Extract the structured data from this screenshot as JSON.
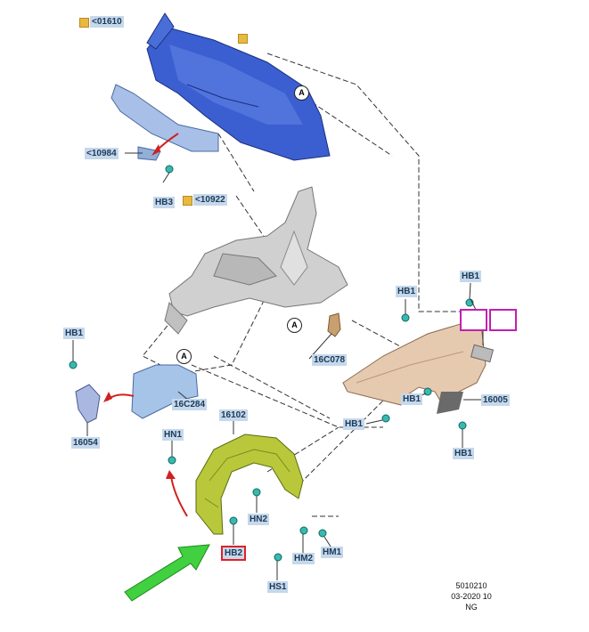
{
  "labels": {
    "ref_01610": "<01610",
    "ref_10984": "<10984",
    "hb3": "HB3",
    "ref_10922": "<10922",
    "hb1_left": "HB1",
    "part_16c284": "16C284",
    "part_16054": "16054",
    "part_16c078": "16C078",
    "hb1_fender_top": "HB1",
    "hb1_mid": "HB1",
    "hb1_right_top": "HB1",
    "part_16005": "16005",
    "hb1_lower": "HB1",
    "hb1_bottom_right": "HB1",
    "part_16102": "16102",
    "hn1": "HN1",
    "hn2": "HN2",
    "hb2": "HB2",
    "hm2": "HM2",
    "hm1": "HM1",
    "hs1": "HS1",
    "callout_a_top": "A",
    "callout_a_mid": "A",
    "callout_a_left": "A"
  },
  "reference": {
    "line1": "5010210",
    "line2": "03-2020 10",
    "line3": "NG"
  },
  "colors": {
    "cowl_blue": "#3b5fd0",
    "body_grey": "#c8c8c8",
    "fender_tan": "#e0c4a8",
    "liner_green": "#b8c83a",
    "bracket_blue": "#9ec0e8",
    "arrow_green": "#40d040",
    "arrow_red": "#d02020",
    "highlight_red": "#e0202a"
  }
}
